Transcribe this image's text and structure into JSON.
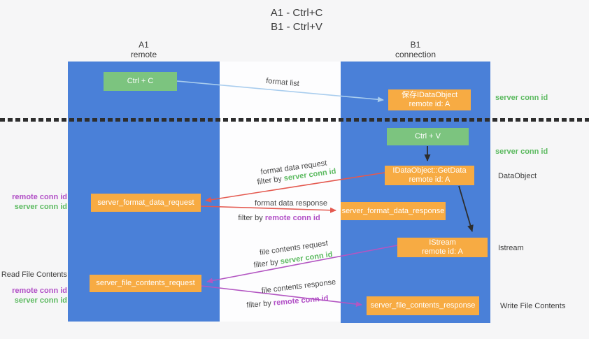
{
  "title": {
    "line1": "A1 - Ctrl+C",
    "line2": "B1 - Ctrl+V"
  },
  "lanes": {
    "a1": {
      "name": "A1",
      "role": "remote"
    },
    "b1": {
      "name": "B1",
      "role": "connection"
    }
  },
  "nodes": {
    "ctrl_c": {
      "label": "Ctrl + C"
    },
    "save_idataobject": {
      "line1": "保存IDataObject",
      "line2": "remote id: A"
    },
    "ctrl_v": {
      "label": "Ctrl + V"
    },
    "idataobject_getdata": {
      "line1": "IDataObject::GetData",
      "line2": "remote id: A"
    },
    "server_format_data_request": {
      "label": "server_format_data_request"
    },
    "server_format_data_response": {
      "label": "server_format_data_response"
    },
    "istream": {
      "line1": "IStream",
      "line2": "remote id: A"
    },
    "server_file_contents_request": {
      "label": "server_file_contents_request"
    },
    "server_file_contents_response": {
      "label": "server_file_contents_response"
    }
  },
  "edges": {
    "format_list": {
      "label": "format list"
    },
    "format_data_request": {
      "label": "format data request",
      "filter_prefix": "filter by",
      "filter_key": "server conn id"
    },
    "format_data_response": {
      "label": "format data response",
      "filter_prefix": "filter by",
      "filter_key": "remote conn id"
    },
    "file_contents_request": {
      "label": "file contents request",
      "filter_prefix": "filter by",
      "filter_key": "server conn id"
    },
    "file_contents_response": {
      "label": "file contents response",
      "filter_prefix": "filter by",
      "filter_key": "remote conn id"
    }
  },
  "annotations": {
    "left": {
      "remote_conn_id": "remote conn id",
      "server_conn_id": "server conn id",
      "read_file_contents": "Read File Contents",
      "remote_conn_id_2": "remote conn id",
      "server_conn_id_2": "server conn id"
    },
    "right": {
      "server_conn_id_1": "server conn id",
      "server_conn_id_2": "server conn id",
      "dataobject": "DataObject",
      "istream": "Istream",
      "write_file_contents": "Write File Contents"
    }
  },
  "colors": {
    "lane_blue": "#4a80d8",
    "node_green": "#7cc47f",
    "node_orange": "#f7ab43",
    "arrow_red": "#e4594f",
    "arrow_purple": "#b356c2",
    "arrow_light_blue": "#a9cdee",
    "arrow_black": "#2d2d2d",
    "conn_id_green": "#5cba60",
    "conn_id_purple": "#b14fc6"
  }
}
